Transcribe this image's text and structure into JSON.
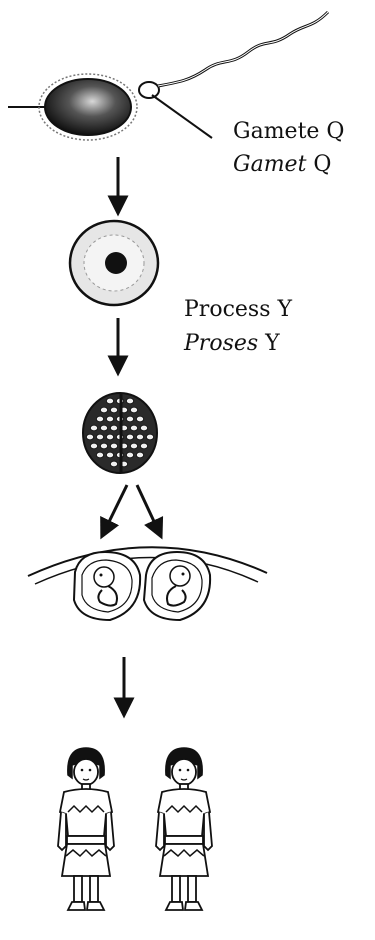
{
  "labels": {
    "gamete_en": "Gamete Q",
    "gamete_ms_word": "Gamet",
    "gamete_ms_letter": "Q",
    "process_en": "Process Y",
    "process_ms_word": "Proses",
    "process_ms_letter": "Y"
  },
  "colors": {
    "ink": "#111111",
    "skin": "#ffffff"
  }
}
